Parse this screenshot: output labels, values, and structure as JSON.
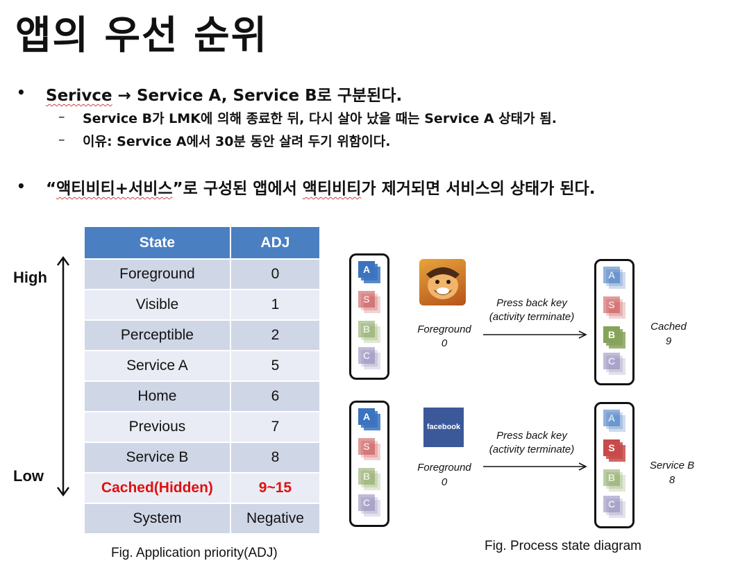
{
  "title": "앱의 우선 순위",
  "bullets": {
    "b1_word": "Serivce",
    "b1_arrow": "→",
    "b1_rest": "Service A, Service B로 구분된다.",
    "sub1": "Service B가 LMK에 의해 종료한 뒤, 다시 살아 났을 때는 Service A 상태가 됨.",
    "sub2": "이유: Service A에서 30분 동안 살려 두기 위함이다.",
    "b2_q": "“",
    "b2_word": "액티비티+서비스",
    "b2_mid": "”로 구성된 앱에서 ",
    "b2_word2": "액티비티",
    "b2_rest": "가 제거되면  서비스의 상태가 된다.",
    "dot": "•",
    "dash": "–"
  },
  "table": {
    "headers": [
      "State",
      "ADJ"
    ],
    "rows": [
      {
        "state": "Foreground",
        "adj": "0"
      },
      {
        "state": "Visible",
        "adj": "1"
      },
      {
        "state": "Perceptible",
        "adj": "2"
      },
      {
        "state": "Service A",
        "adj": "5"
      },
      {
        "state": "Home",
        "adj": "6"
      },
      {
        "state": "Previous",
        "adj": "7"
      },
      {
        "state": "Service B",
        "adj": "8"
      },
      {
        "state": "Cached(Hidden)",
        "adj": "9~15"
      },
      {
        "state": "System",
        "adj": "Negative"
      }
    ],
    "caption": "Fig. Application priority(ADJ)",
    "high_label": "High",
    "low_label": "Low"
  },
  "diagram": {
    "caption": "Fig. Process state diagram",
    "stack_letters": [
      "A",
      "S",
      "B",
      "C"
    ],
    "top": {
      "app_icon": "clash-of-clans-app-icon",
      "from_label": "Foreground",
      "from_value": "0",
      "action_line1": "Press back key",
      "action_line2": "(activity terminate)",
      "to_label": "Cached",
      "to_value": "9"
    },
    "bottom": {
      "app_icon_text": "facebook",
      "from_label": "Foreground",
      "from_value": "0",
      "action_line1": "Press back key",
      "action_line2": "(activity terminate)",
      "to_label": "Service B",
      "to_value": "8"
    }
  },
  "colors": {
    "header_blue": "#4a7fc1",
    "row_dark": "#cfd6e6",
    "row_light": "#e9ecf4",
    "cached_red": "#e01010",
    "stack_a": "#3b73bf",
    "stack_s": "#c84a4a",
    "stack_b": "#86a35a",
    "stack_c": "#8d86b8",
    "facebook_blue": "#3b5998"
  }
}
